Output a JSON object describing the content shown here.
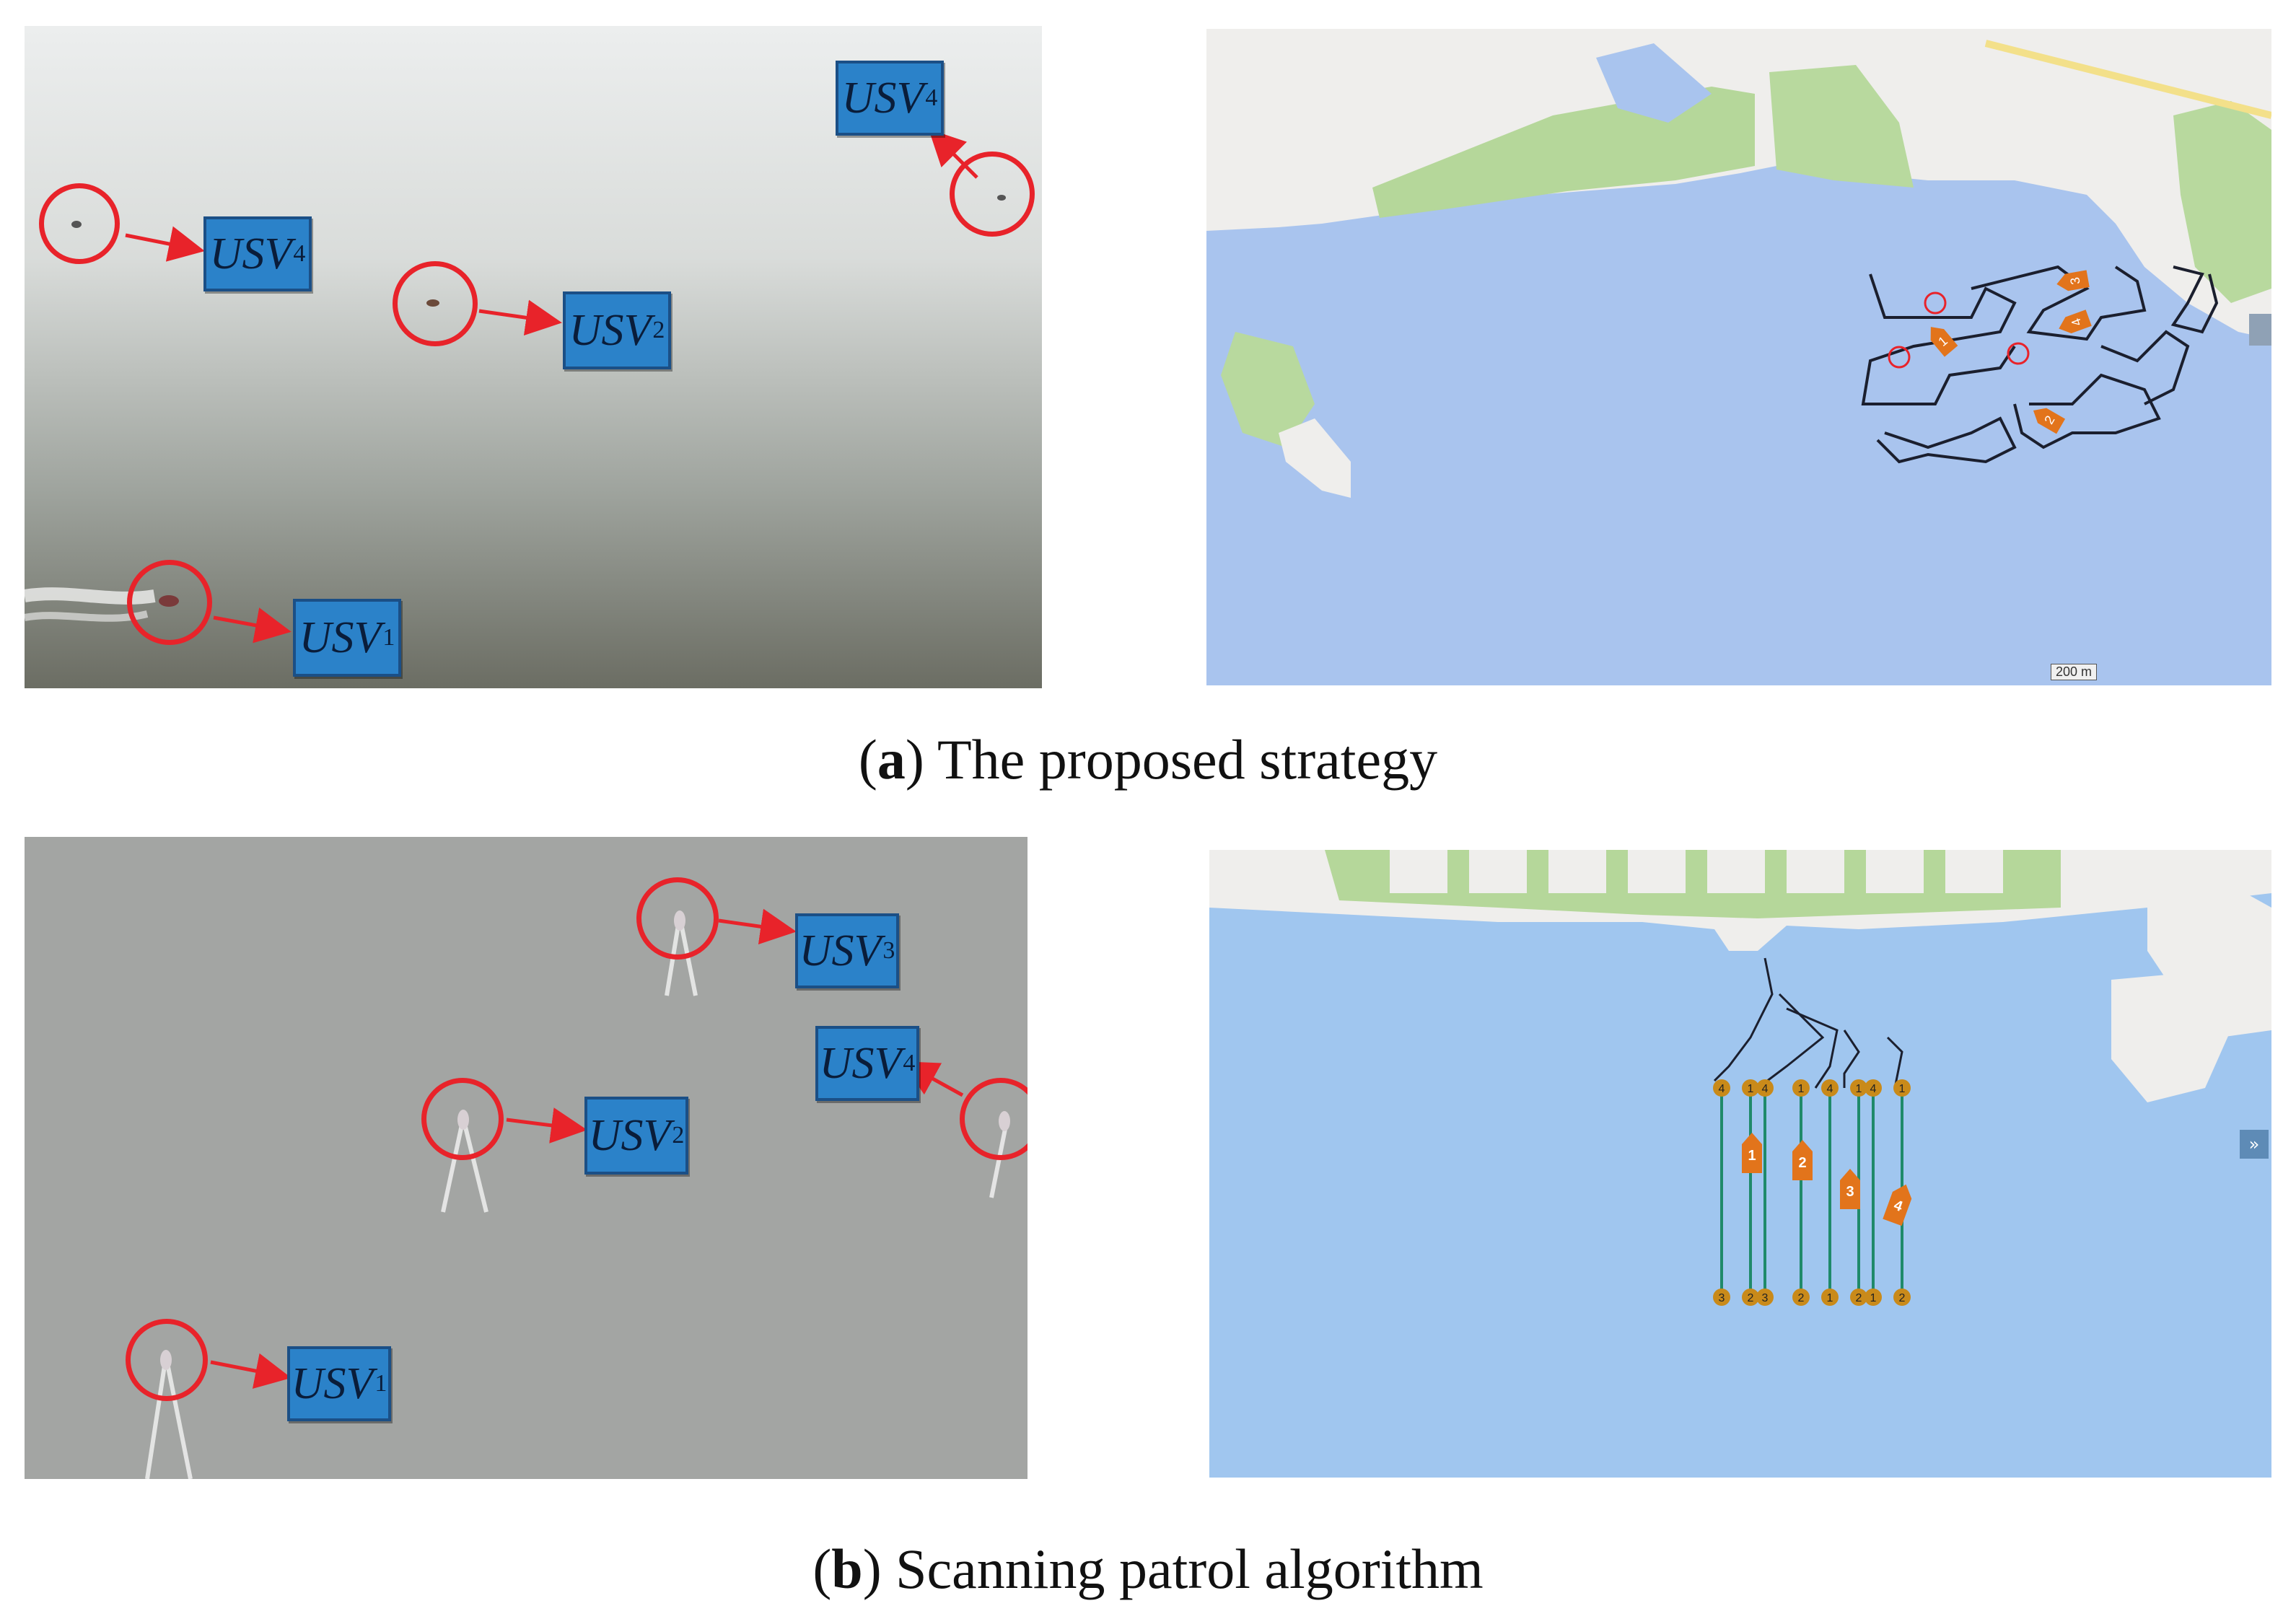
{
  "panel_a": {
    "caption_letter": "a",
    "caption_text": " The proposed strategy",
    "photo_labels": [
      {
        "id": "usv4_top",
        "text": "USV",
        "sub": "4"
      },
      {
        "id": "usv4_left",
        "text": "USV",
        "sub": "4"
      },
      {
        "id": "usv2",
        "text": "USV",
        "sub": "2"
      },
      {
        "id": "usv1",
        "text": "USV",
        "sub": "1"
      }
    ],
    "map_boat_numbers": [
      "1",
      "2",
      "3",
      "4"
    ],
    "map_scale_text": "200 m"
  },
  "panel_b": {
    "caption_letter": "b",
    "caption_text": " Scanning patrol algorithm",
    "photo_labels": [
      {
        "id": "usv3",
        "text": "USV",
        "sub": "3"
      },
      {
        "id": "usv4",
        "text": "USV",
        "sub": "4"
      },
      {
        "id": "usv2",
        "text": "USV",
        "sub": "2"
      },
      {
        "id": "usv1",
        "text": "USV",
        "sub": "1"
      }
    ],
    "map_boat_numbers": [
      "1",
      "2",
      "3",
      "4"
    ],
    "map_top_markers": [
      "4",
      "1",
      "4",
      "1",
      "4",
      "1",
      "4",
      "1"
    ],
    "map_bottom_markers": [
      "3",
      "2",
      "3",
      "2",
      "1",
      "2",
      "1",
      "2"
    ],
    "expand_icon": "»"
  },
  "colors": {
    "water_map": "#a9c4ee",
    "water_map_b": "#a0c6ef",
    "land": "#f0f0ee",
    "vegetation": "#b5d79a",
    "circle": "#e8232a",
    "label_blue": "#2b82c9",
    "boat_orange": "#e2741b",
    "track_green": "#1f8a6a"
  }
}
